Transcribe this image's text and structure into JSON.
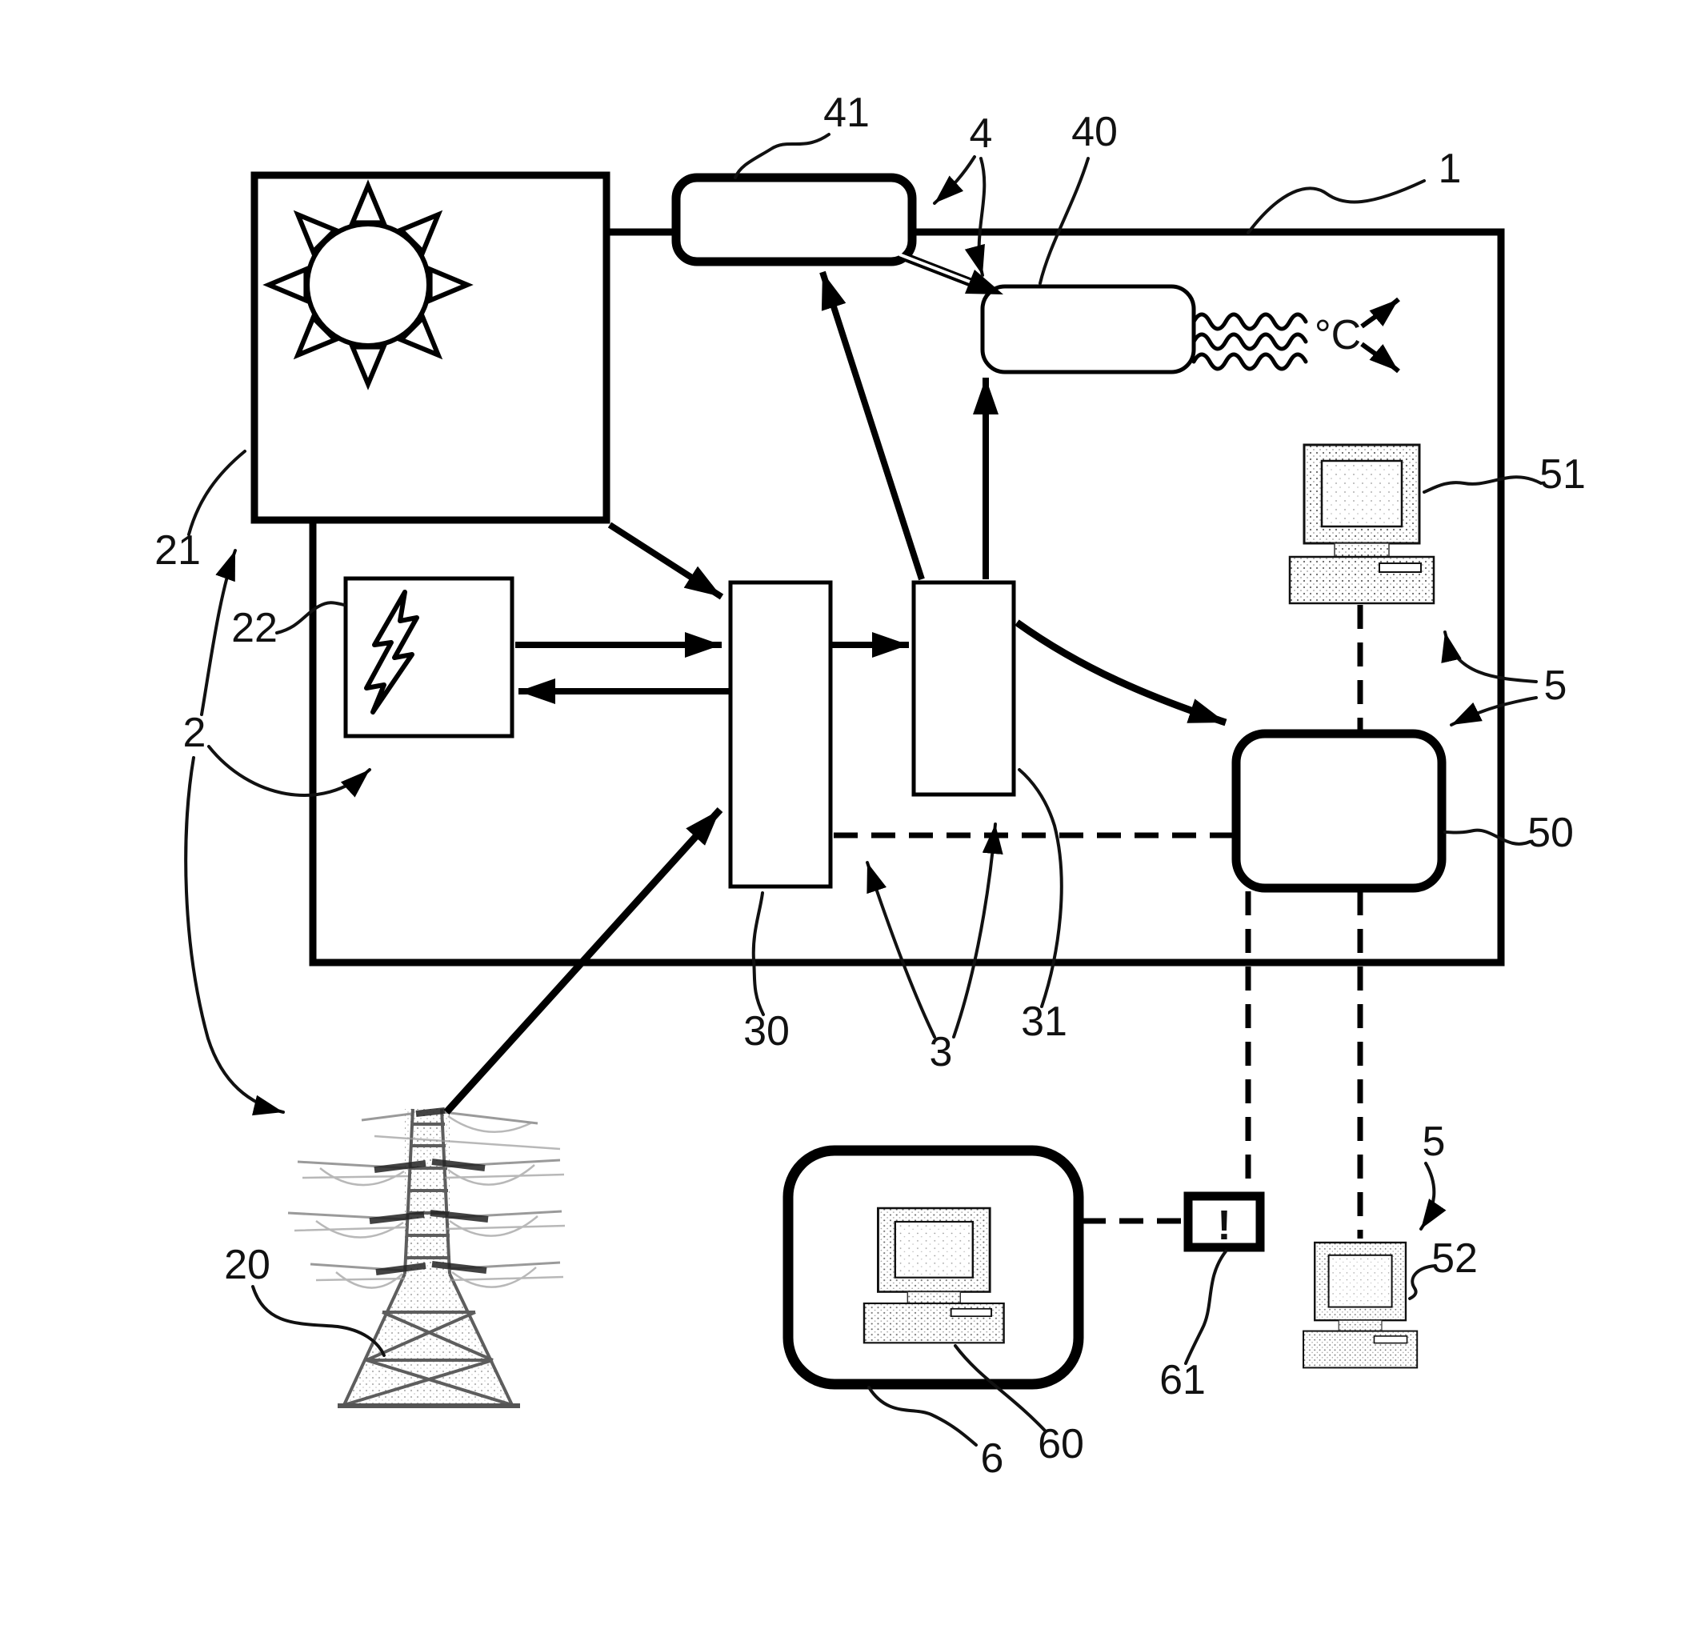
{
  "figure": {
    "kind": "patent-style block diagram",
    "background": "#ffffff",
    "ink": "#000000",
    "tower_gray": "#777777"
  },
  "symbols": {
    "temperature": "°C",
    "alert": "!"
  },
  "icons": {
    "sun-icon": "sun with 8 rays",
    "lightning-icon": "lightning bolt",
    "tower-icon": "transmission tower with power lines",
    "computer-icon": "desktop computer",
    "heat-waves-icon": "three wavy heat lines",
    "alert-icon": "!",
    "temperature-icon": "°C"
  },
  "ref_labels": {
    "system": "1",
    "installation": "2",
    "converter_assembly": "3",
    "temperature_arrangement": "4",
    "monitoring_computer": "5",
    "service_station": "6",
    "grid": "20",
    "pv_module": "21",
    "generator": "22",
    "converter_stage": "30",
    "inverter_stage": "31",
    "temperature_sensor": "40",
    "control_unit": "41",
    "communication_unit": "50",
    "computer_51": "51",
    "computer_52": "52",
    "service_computer": "60",
    "alarm_unit": "61"
  }
}
